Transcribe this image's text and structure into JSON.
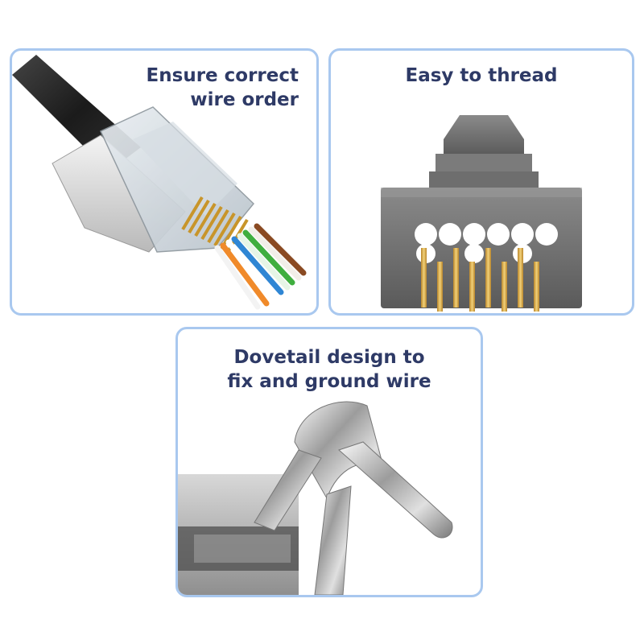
{
  "panels": {
    "wire_order": {
      "title_lines": [
        "Ensure correct",
        "wire order"
      ]
    },
    "easy_thread": {
      "title_lines": [
        "Easy to thread"
      ]
    },
    "dovetail": {
      "title_lines": [
        "Dovetail design to",
        "fix and ground wire"
      ]
    }
  },
  "colors": {
    "border": "#a9c8ef",
    "title": "#2e3a66",
    "gold": "#d9a93a",
    "connector_gray": "#6b6b6b"
  }
}
